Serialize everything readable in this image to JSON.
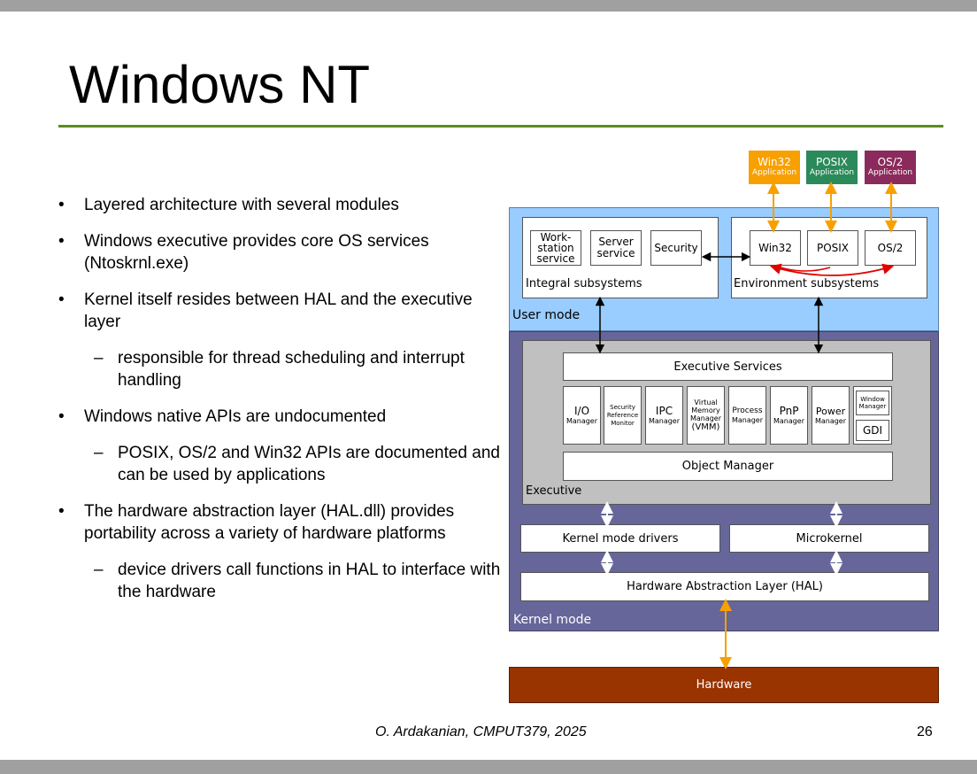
{
  "slide": {
    "title": "Windows NT",
    "footer_author": "O. Ardakanian, CMPUT379, 2025",
    "page_number": "26"
  },
  "bullets": [
    {
      "level": 1,
      "text": "Layered architecture with several modules"
    },
    {
      "level": 1,
      "text": "Windows executive provides core OS services (Ntoskrnl.exe)"
    },
    {
      "level": 1,
      "text": "Kernel itself resides between HAL and the executive layer"
    },
    {
      "level": 2,
      "text": "responsible for thread scheduling and interrupt handling"
    },
    {
      "level": 1,
      "text": "Windows native APIs are undocumented"
    },
    {
      "level": 2,
      "text": "POSIX, OS/2 and Win32 APIs are documented and can be used by applications"
    },
    {
      "level": 1,
      "text": "The hardware abstraction layer (HAL.dll) provides portability across a variety of hardware platforms"
    },
    {
      "level": 2,
      "text": "device drivers call functions in HAL to interface with the hardware"
    }
  ],
  "diagram": {
    "apps": [
      {
        "name": "Win32",
        "sub": "Application",
        "color": "#f7a000"
      },
      {
        "name": "POSIX",
        "sub": "Application",
        "color": "#2a8a5a"
      },
      {
        "name": "OS/2",
        "sub": "Application",
        "color": "#8b2a5c"
      }
    ],
    "user_mode": {
      "label": "User mode",
      "integral": {
        "label": "Integral subsystems",
        "items": [
          "Work-\nstation\nservice",
          "Server\nservice",
          "Security"
        ]
      },
      "environment": {
        "label": "Environment subsystems",
        "items": [
          "Win32",
          "POSIX",
          "OS/2"
        ]
      }
    },
    "kernel_mode": {
      "label": "Kernel mode",
      "executive": {
        "label": "Executive",
        "services": "Executive Services",
        "object_manager": "Object Manager",
        "managers": [
          {
            "big": "I/O",
            "small": "Manager"
          },
          {
            "big": "",
            "small": "Security\nReference\nMonitor"
          },
          {
            "big": "IPC",
            "small": "Manager"
          },
          {
            "big": "",
            "small": "Virtual\nMemory\nManager",
            "extra": "(VMM)"
          },
          {
            "big": "Process",
            "small": "Manager"
          },
          {
            "big": "PnP",
            "small": "Manager"
          },
          {
            "big": "Power",
            "small": "Manager"
          }
        ],
        "window_manager": "Window\nManager",
        "gdi": "GDI"
      },
      "kernel_mode_drivers": "Kernel mode drivers",
      "microkernel": "Microkernel",
      "hal": "Hardware Abstraction Layer (HAL)"
    },
    "hardware": "Hardware",
    "colors": {
      "user_mode_bg": "#99ccff",
      "kernel_mode_bg": "#66669a",
      "executive_bg": "#c0c0c0",
      "hardware_bg": "#993300",
      "arrow_orange": "#f7a000",
      "arrow_red": "#e00000"
    }
  }
}
